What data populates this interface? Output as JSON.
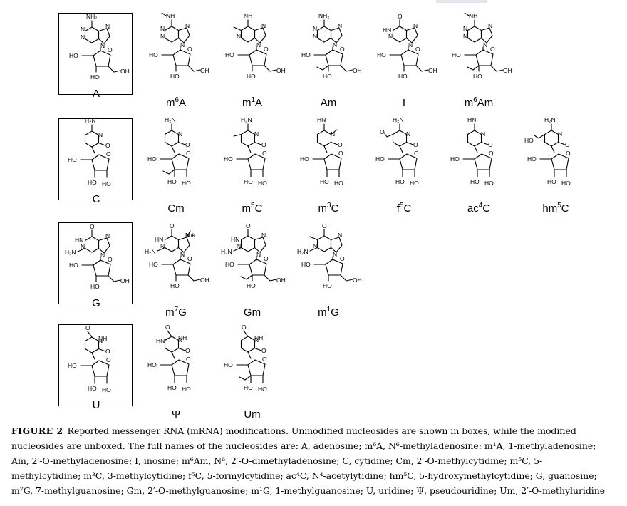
{
  "rows": [
    [
      {
        "base": "A",
        "boxed": true
      },
      {
        "base": "m",
        "sup": "6",
        "suffix": "A",
        "boxed": false
      },
      {
        "base": "m",
        "sup": "1",
        "suffix": "A",
        "boxed": false
      },
      {
        "base": "Am",
        "boxed": false
      },
      {
        "base": "I",
        "boxed": false
      },
      {
        "base": "m",
        "sup": "6",
        "suffix": "Am",
        "boxed": false
      }
    ],
    [
      {
        "base": "C",
        "boxed": true
      },
      {
        "base": "Cm",
        "boxed": false
      },
      {
        "base": "m",
        "sup": "5",
        "suffix": "C",
        "boxed": false
      },
      {
        "base": "m",
        "sup": "3",
        "suffix": "C",
        "boxed": false
      },
      {
        "base": "f",
        "sup": "5",
        "suffix": "C",
        "boxed": false
      },
      {
        "base": "ac",
        "sup": "4",
        "suffix": "C",
        "boxed": false
      },
      {
        "base": "hm",
        "sup": "5",
        "suffix": "C",
        "boxed": false
      }
    ],
    [
      {
        "base": "G",
        "boxed": true
      },
      {
        "base": "m",
        "sup": "7",
        "suffix": "G",
        "boxed": false
      },
      {
        "base": "Gm",
        "boxed": false
      },
      {
        "base": "m",
        "sup": "1",
        "suffix": "G",
        "boxed": false
      }
    ],
    [
      {
        "base": "U",
        "boxed": true
      },
      {
        "base": "Ψ",
        "boxed": false
      },
      {
        "base": "Um",
        "boxed": false
      }
    ]
  ],
  "atoms": {
    "nh2": "NH₂",
    "h2n": "H₂N",
    "nh": "NH",
    "hn": "HN",
    "n": "N",
    "o": "O",
    "ho": "HO",
    "oh": "OH",
    "nplus": "N⊕"
  },
  "caption": {
    "label": "FIGURE 2",
    "text": "Reported messenger RNA (mRNA) modifications. Unmodified nucleosides are shown in boxes, while the modified nucleosides are unboxed. The full names of the nucleosides are: A, adenosine; m⁶A, N⁶-methyladenosine; m¹A, 1-methyladenosine; Am, 2′-O-methyladenosine; I, inosine; m⁶Am, N⁶, 2′-O-dimethyladenosine; C, cytidine; Cm, 2′-O-methylcytidine; m⁵C, 5-methylcytidine; m³C, 3-methylcytidine; f⁵C, 5-formylcytidine; ac⁴C, N⁴-acetylytidine; hm⁵C, 5-hydroxymethylcytidine; G, guanosine; m⁷G, 7-methylguanosine; Gm, 2′-O-methylguanosine; m¹G, 1-methylguanosine; U, uridine; Ψ, pseudouridine; Um, 2′-O-methyluridine"
  }
}
